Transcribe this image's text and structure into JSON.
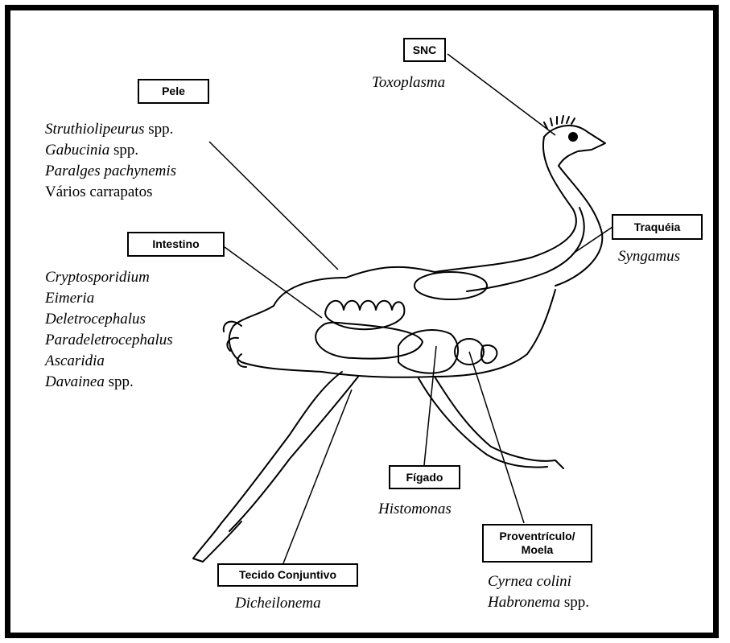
{
  "colors": {
    "line": "#000000",
    "background": "#ffffff"
  },
  "organs": {
    "snc": {
      "label": "SNC",
      "parasites": [
        {
          "italic": "Toxoplasma",
          "plain": ""
        }
      ]
    },
    "pele": {
      "label": "Pele",
      "parasites": [
        {
          "italic": "Struthiolipeurus",
          "plain": " spp."
        },
        {
          "italic": "Gabucinia",
          "plain": " spp."
        },
        {
          "italic": "Paralges pachynemis",
          "plain": ""
        },
        {
          "italic": "",
          "plain": "Vários carrapatos"
        }
      ]
    },
    "intestino": {
      "label": "Intestino",
      "parasites": [
        {
          "italic": "Cryptosporidium",
          "plain": ""
        },
        {
          "italic": "Eimeria",
          "plain": ""
        },
        {
          "italic": "Deletrocephalus",
          "plain": ""
        },
        {
          "italic": "Paradeletrocephalus",
          "plain": ""
        },
        {
          "italic": "Ascaridia",
          "plain": ""
        },
        {
          "italic": "Davainea",
          "plain": " spp."
        }
      ]
    },
    "traqueia": {
      "label": "Traquéia",
      "parasites": [
        {
          "italic": "Syngamus",
          "plain": ""
        }
      ]
    },
    "figado": {
      "label": "Fígado",
      "parasites": [
        {
          "italic": "Histomonas",
          "plain": ""
        }
      ]
    },
    "proventriculo": {
      "label_line1": "Proventrículo/",
      "label_line2": "Moela",
      "parasites": [
        {
          "italic": "Cyrnea colini",
          "plain": ""
        },
        {
          "italic": "Habronema",
          "plain": " spp."
        }
      ]
    },
    "tecido": {
      "label": "Tecido Conjuntivo",
      "parasites": [
        {
          "italic": "Dicheilonema",
          "plain": ""
        }
      ]
    }
  }
}
